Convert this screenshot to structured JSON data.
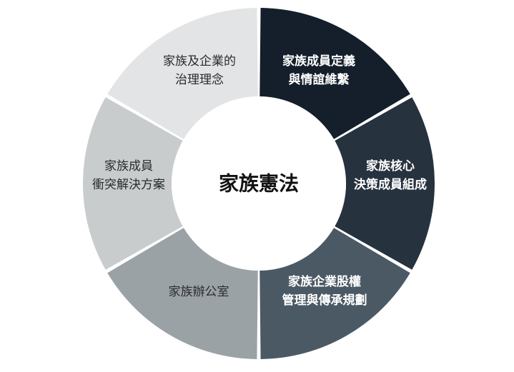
{
  "center": {
    "title": "家族憲法"
  },
  "segments": [
    {
      "key": "definition",
      "lines": [
        "家族成員定義",
        "與情誼維繫"
      ],
      "color": "#141f2b",
      "text_tone": "dark"
    },
    {
      "key": "core",
      "lines": [
        "家族核心",
        "決策成員組成"
      ],
      "color": "#27323f",
      "text_tone": "dark"
    },
    {
      "key": "equity",
      "lines": [
        "家族企業股權",
        "管理與傳承規劃"
      ],
      "color": "#4b5965",
      "text_tone": "dark"
    },
    {
      "key": "office",
      "lines": [
        "家族辦公室"
      ],
      "color": "#9aa2a6",
      "text_tone": "light"
    },
    {
      "key": "conflict",
      "lines": [
        "家族成員",
        "衝突解決方案"
      ],
      "color": "#c8cccd",
      "text_tone": "light"
    },
    {
      "key": "philosophy",
      "lines": [
        "家族及企業的",
        "治理理念"
      ],
      "color": "#e3e4e5",
      "text_tone": "light"
    }
  ]
}
